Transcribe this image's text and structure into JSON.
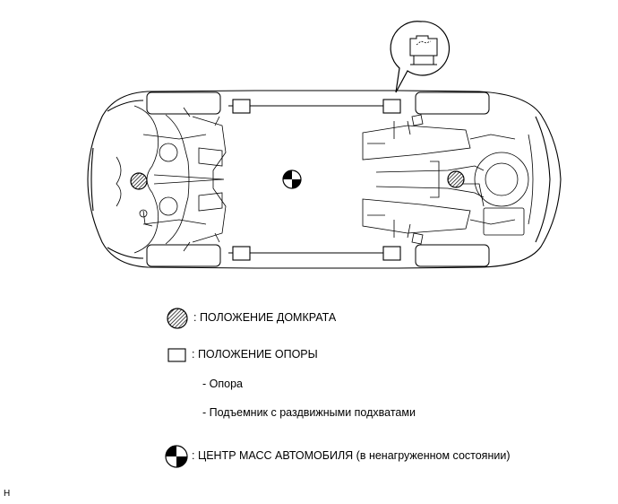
{
  "legend": {
    "jack_position": ": ПОЛОЖЕНИЕ ДОМКРАТА",
    "support_position": ": ПОЛОЖЕНИЕ ОПОРЫ",
    "support_stand": "- Опора",
    "swing_arm_lift": "- Подъемник с раздвижными подхватами",
    "center_of_mass": ": ЦЕНТР МАСС АВТОМОБИЛЯ (в ненагруженном состоянии)"
  },
  "page_code": "H",
  "colors": {
    "line": "#000000",
    "background": "#ffffff"
  },
  "icons": {
    "jack_point": "hatched-circle-icon",
    "support_point": "square-outline-icon",
    "center_of_mass": "quartered-circle-icon"
  }
}
